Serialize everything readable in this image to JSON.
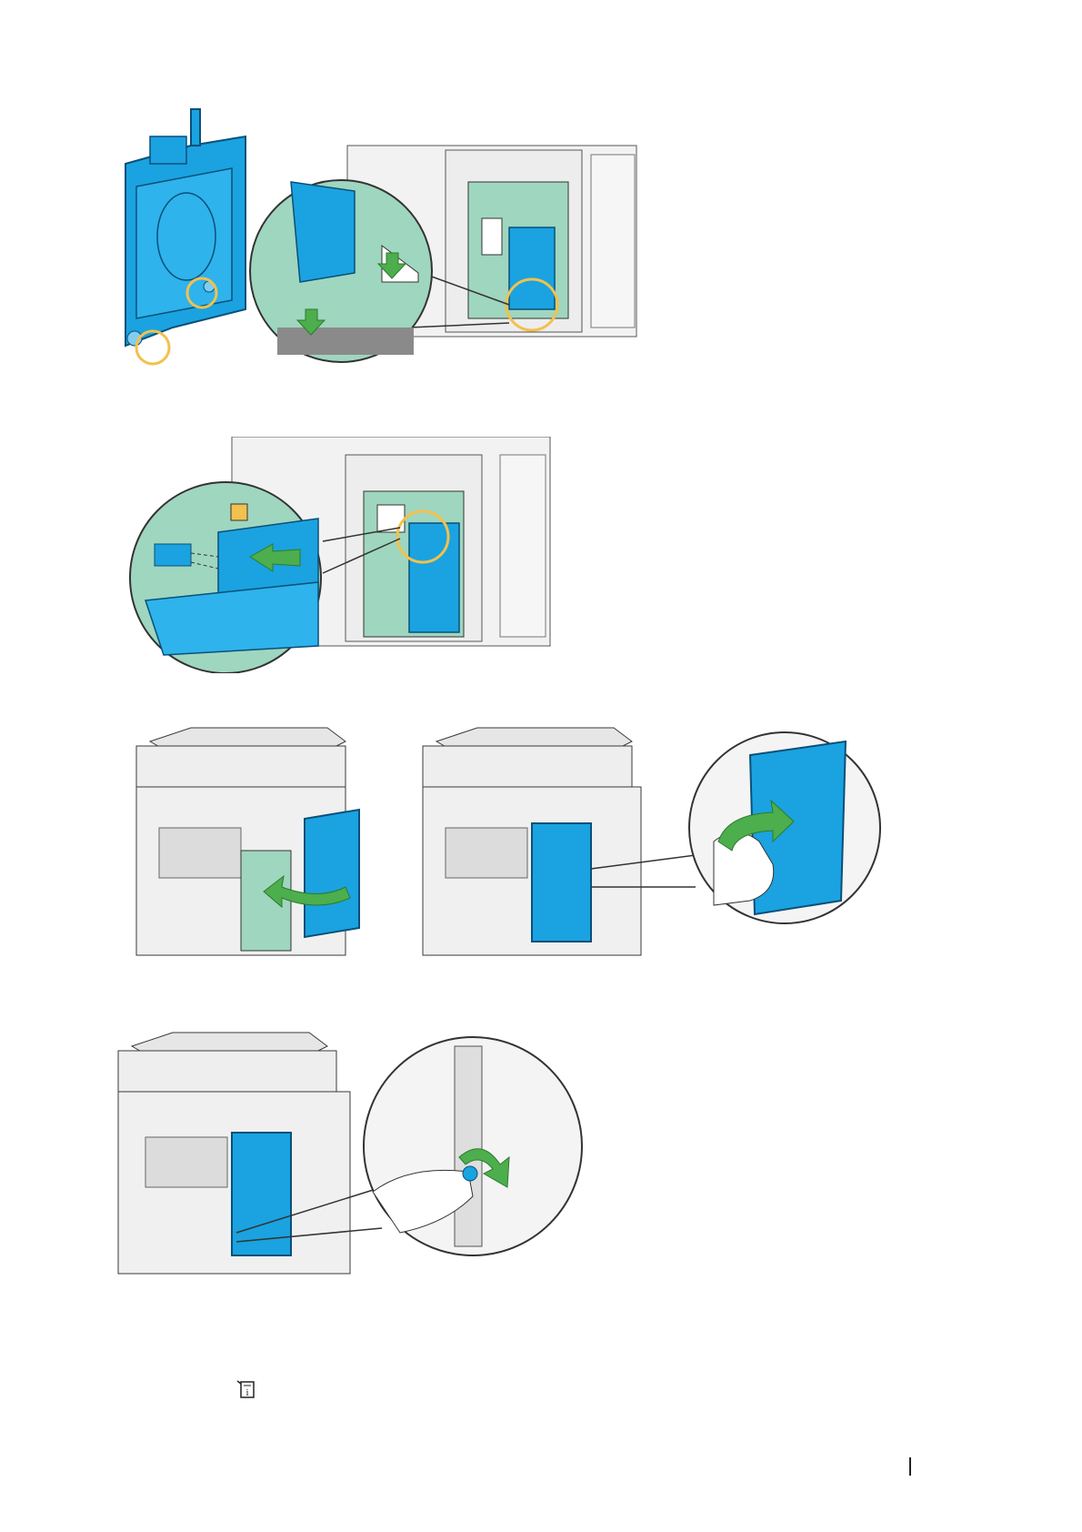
{
  "page": {
    "figures": [
      {
        "id": "fig-1",
        "subject": "hard-disk-drive-alignment",
        "callout": "zoom-circle"
      },
      {
        "id": "fig-2",
        "subject": "hard-disk-connector-insertion",
        "callout": "zoom-circle"
      },
      {
        "id": "fig-3a",
        "subject": "close-controller-board-cover"
      },
      {
        "id": "fig-3b",
        "subject": "cover-latch-closing",
        "callout": "zoom-circle"
      },
      {
        "id": "fig-4",
        "subject": "tighten-cover-screw",
        "callout": "zoom-circle"
      }
    ],
    "note_icon": "info-note-icon"
  },
  "colors": {
    "hdd_blue": "#1aa3e0",
    "hdd_blue_dark": "#0b6fa8",
    "board_green": "#9fd6bf",
    "arrow_green": "#4cae4c",
    "highlight_ring": "#f2c14e",
    "printer_gray": "#e6e6e6",
    "outline": "#3a3a3a"
  }
}
